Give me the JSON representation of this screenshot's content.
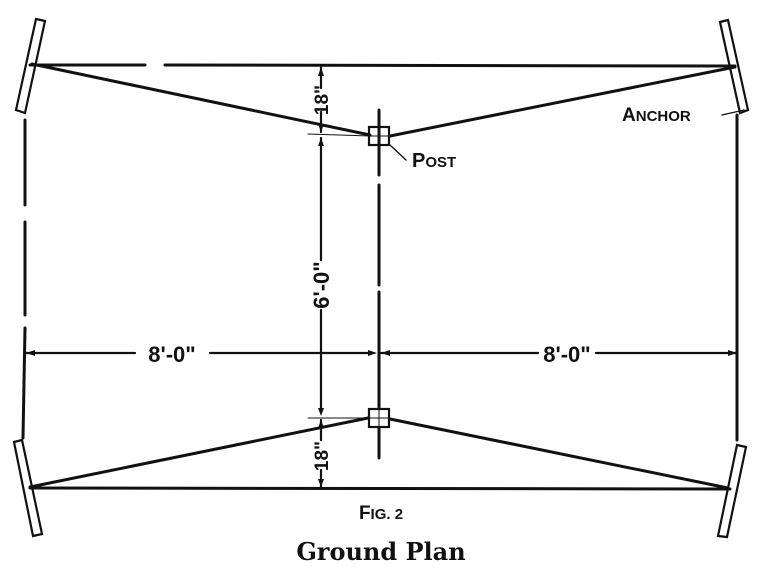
{
  "figure": {
    "number_label": "Fig. 2",
    "title": "Ground Plan"
  },
  "labels": {
    "anchor": "Anchor",
    "post": "Post"
  },
  "dimensions": {
    "top_offset": "18\"",
    "bottom_offset": "18\"",
    "post_spacing": "6'-0\"",
    "left_span": "8'-0\"",
    "right_span": "8'-0\""
  },
  "colors": {
    "ink": "#111111",
    "paper": "#ffffff"
  }
}
